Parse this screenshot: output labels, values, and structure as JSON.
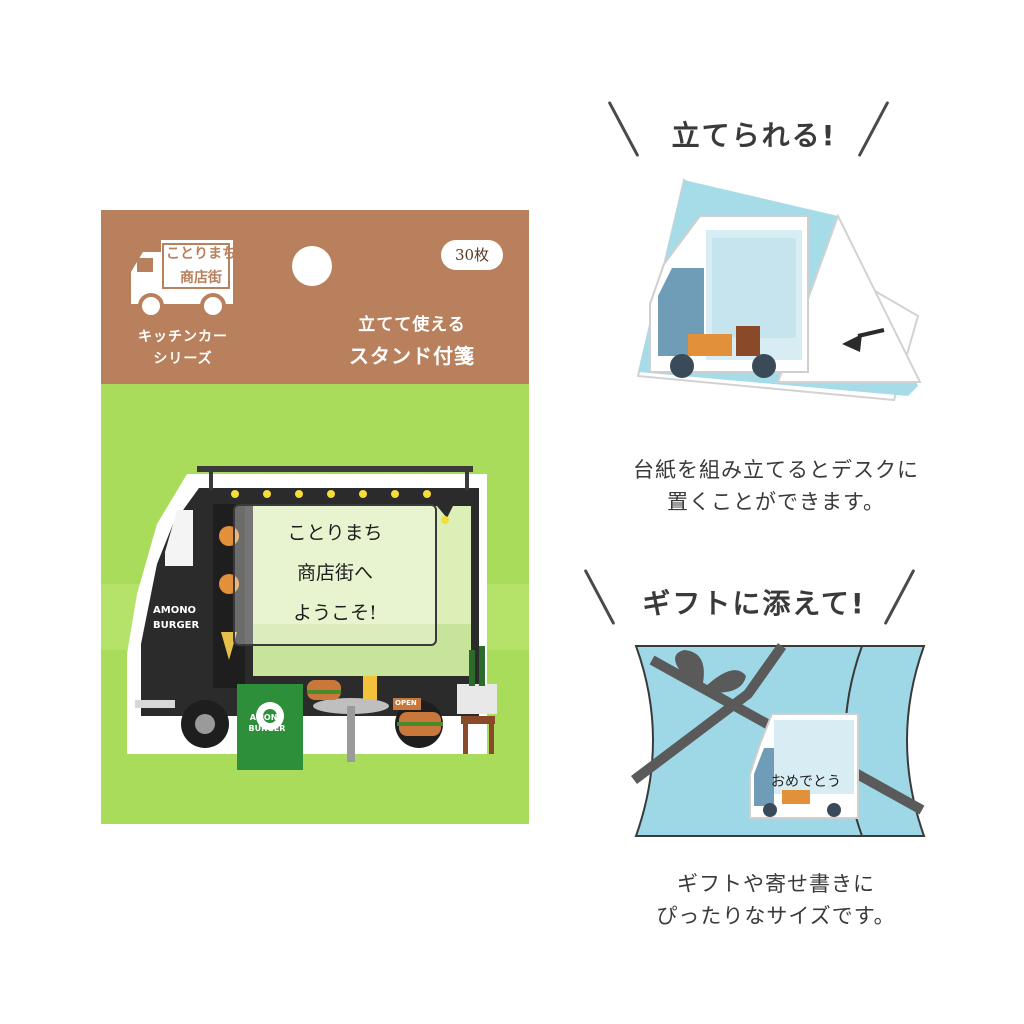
{
  "package": {
    "logo_line1": "ことりまち",
    "logo_line2": "商店街",
    "series_line1": "キッチンカー",
    "series_line2": "シリーズ",
    "count": "30枚",
    "tagline_line1": "立てて使える",
    "tagline_line2": "スタンド付箋"
  },
  "sticky_note": {
    "line1": "ことりまち",
    "line2": "商店街へ",
    "line3": "ようこそ!",
    "brand_line1": "AMONO",
    "brand_line2": "BURGER",
    "open_tag": "OPEN"
  },
  "feature_stand": {
    "title": "立てられる!",
    "desc_line1": "台紙を組み立てるとデスクに",
    "desc_line2": "置くことができます。"
  },
  "feature_gift": {
    "title": "ギフトに添えて!",
    "mini_note": "おめでとう",
    "desc_line1": "ギフトや寄せ書きに",
    "desc_line2": "ぴったりなサイズです。"
  },
  "colors": {
    "header_brown": "#b8805c",
    "body_green": "#a8dc5a",
    "truck_black": "#2b2b2b",
    "screen_green": "#dcefb6",
    "gift_blue": "#9ed7e6"
  }
}
